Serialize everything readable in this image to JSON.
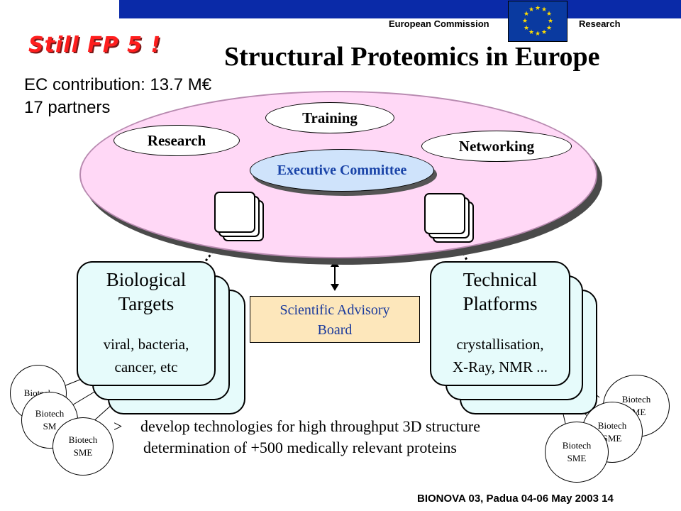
{
  "header": {
    "left_label": "European Commission",
    "right_label": "Research",
    "flag_icon": "eu-flag-icon",
    "bar_color": "#0a2aa8"
  },
  "slide": {
    "tagline": "Still  FP 5 !",
    "title": "Structural Proteomics in Europe",
    "ec_contribution": "EC contribution: 13.7 M€",
    "partners": "17 partners"
  },
  "consortium": {
    "research": "Research",
    "training": "Training",
    "networking": "Networking",
    "executive": "Executive Committee"
  },
  "biological": {
    "title_line1": "Biological",
    "title_line2": "Targets",
    "sub_line1": "viral, bacteria,",
    "sub_line2": "cancer, etc"
  },
  "technical": {
    "title_line1": "Technical",
    "title_line2": "Platforms",
    "sub_line1": "crystallisation,",
    "sub_line2": "X-Ray, NMR ..."
  },
  "advisory": {
    "line1": "Scientific Advisory",
    "line2": "Board"
  },
  "sme_left": [
    {
      "line1": "Biotech",
      "line2": ""
    },
    {
      "line1": "Biotech",
      "line2": "SM"
    },
    {
      "line1": "Biotech",
      "line2": "SME"
    }
  ],
  "sme_right": [
    {
      "line1": "Biotech",
      "line2": "SME"
    },
    {
      "line1": "Biotech",
      "line2": "SME"
    },
    {
      "line1": "Biotech",
      "line2": "SME"
    }
  ],
  "goal": {
    "marker": ">",
    "line1": "develop technologies for high throughput 3D structure",
    "line2": "determination of +500 medically relevant proteins"
  },
  "footer": "BIONOVA 03, Padua 04-06 May 2003  14",
  "colors": {
    "tagline": "#ff1e1e",
    "consortium_fill": "#ffd8f6",
    "card_fill": "#e6fbfb",
    "board_fill": "#fde7bb",
    "blue_text": "#1a44a8"
  }
}
